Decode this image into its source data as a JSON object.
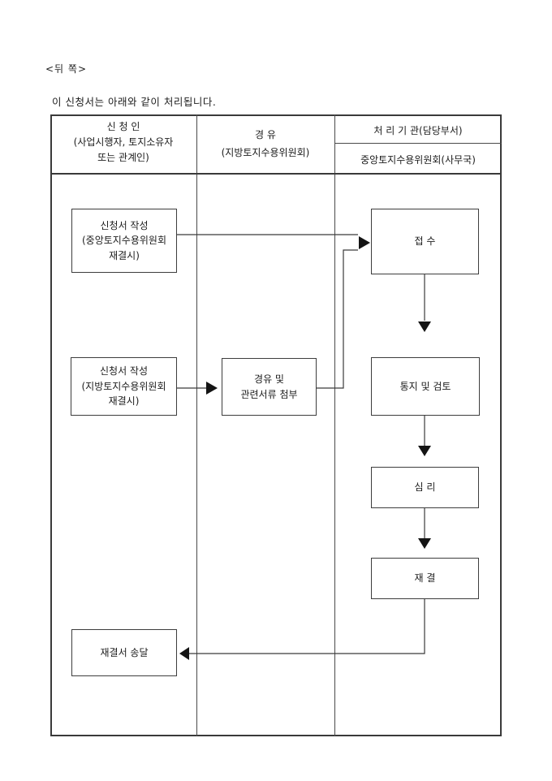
{
  "page": {
    "back_label": "<뒤 쪽>",
    "intro": "이 신청서는 아래와 같이 처리됩니다."
  },
  "table": {
    "columns": [
      {
        "id": "applicant",
        "header": "신   청   인\n(사업시행자, 토지소유자\n또는 관계인)"
      },
      {
        "id": "via",
        "header": "경      유\n(지방토지수용위원회)"
      },
      {
        "id": "agency",
        "header": "처 리 기 관(담당부서)",
        "subheader": "중앙토지수용위원회(사무국)"
      }
    ]
  },
  "flow": {
    "boxes": {
      "write_central": "신청서 작성\n(중앙토지수용위원회\n재결시)",
      "receipt": "접      수",
      "write_local": "신청서 작성\n(지방토지수용위원회\n재결시)",
      "via_attach": "경유 및\n관련서류 첨부",
      "notice_review": "통지 및 검토",
      "deliberation": "심      리",
      "adjudication": "재      결",
      "delivery": "재결서 송달"
    }
  },
  "colors": {
    "ink": "#3a3a3a",
    "text": "#1c1c1c",
    "background": "#ffffff"
  }
}
